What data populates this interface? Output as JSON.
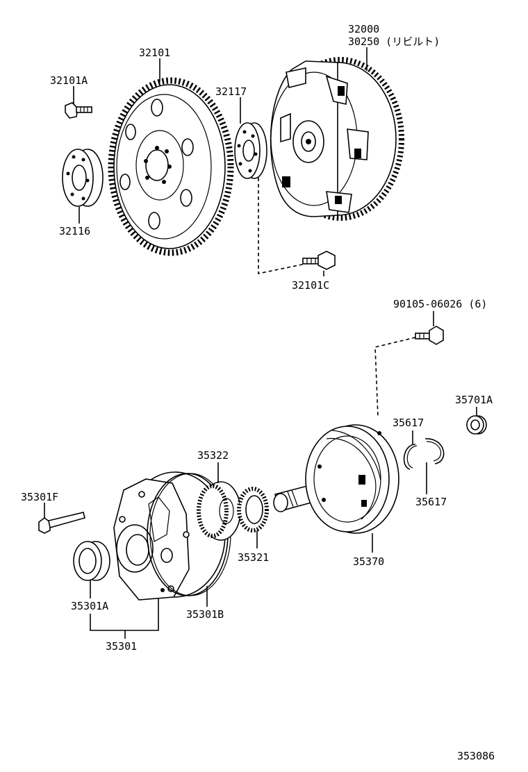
{
  "diagram_id": "353086",
  "labels": {
    "p32000": "32000",
    "p30250": "30250 (リビルト)",
    "p32101": "32101",
    "p32101A": "32101A",
    "p32117": "32117",
    "p32116": "32116",
    "p32101C": "32101C",
    "p90105": "90105-06026 (6)",
    "p35701A": "35701A",
    "p35617a": "35617",
    "p35617b": "35617",
    "p35322": "35322",
    "p35301F": "35301F",
    "p35321": "35321",
    "p35370": "35370",
    "p35301A": "35301A",
    "p35301B": "35301B",
    "p35301": "35301"
  }
}
